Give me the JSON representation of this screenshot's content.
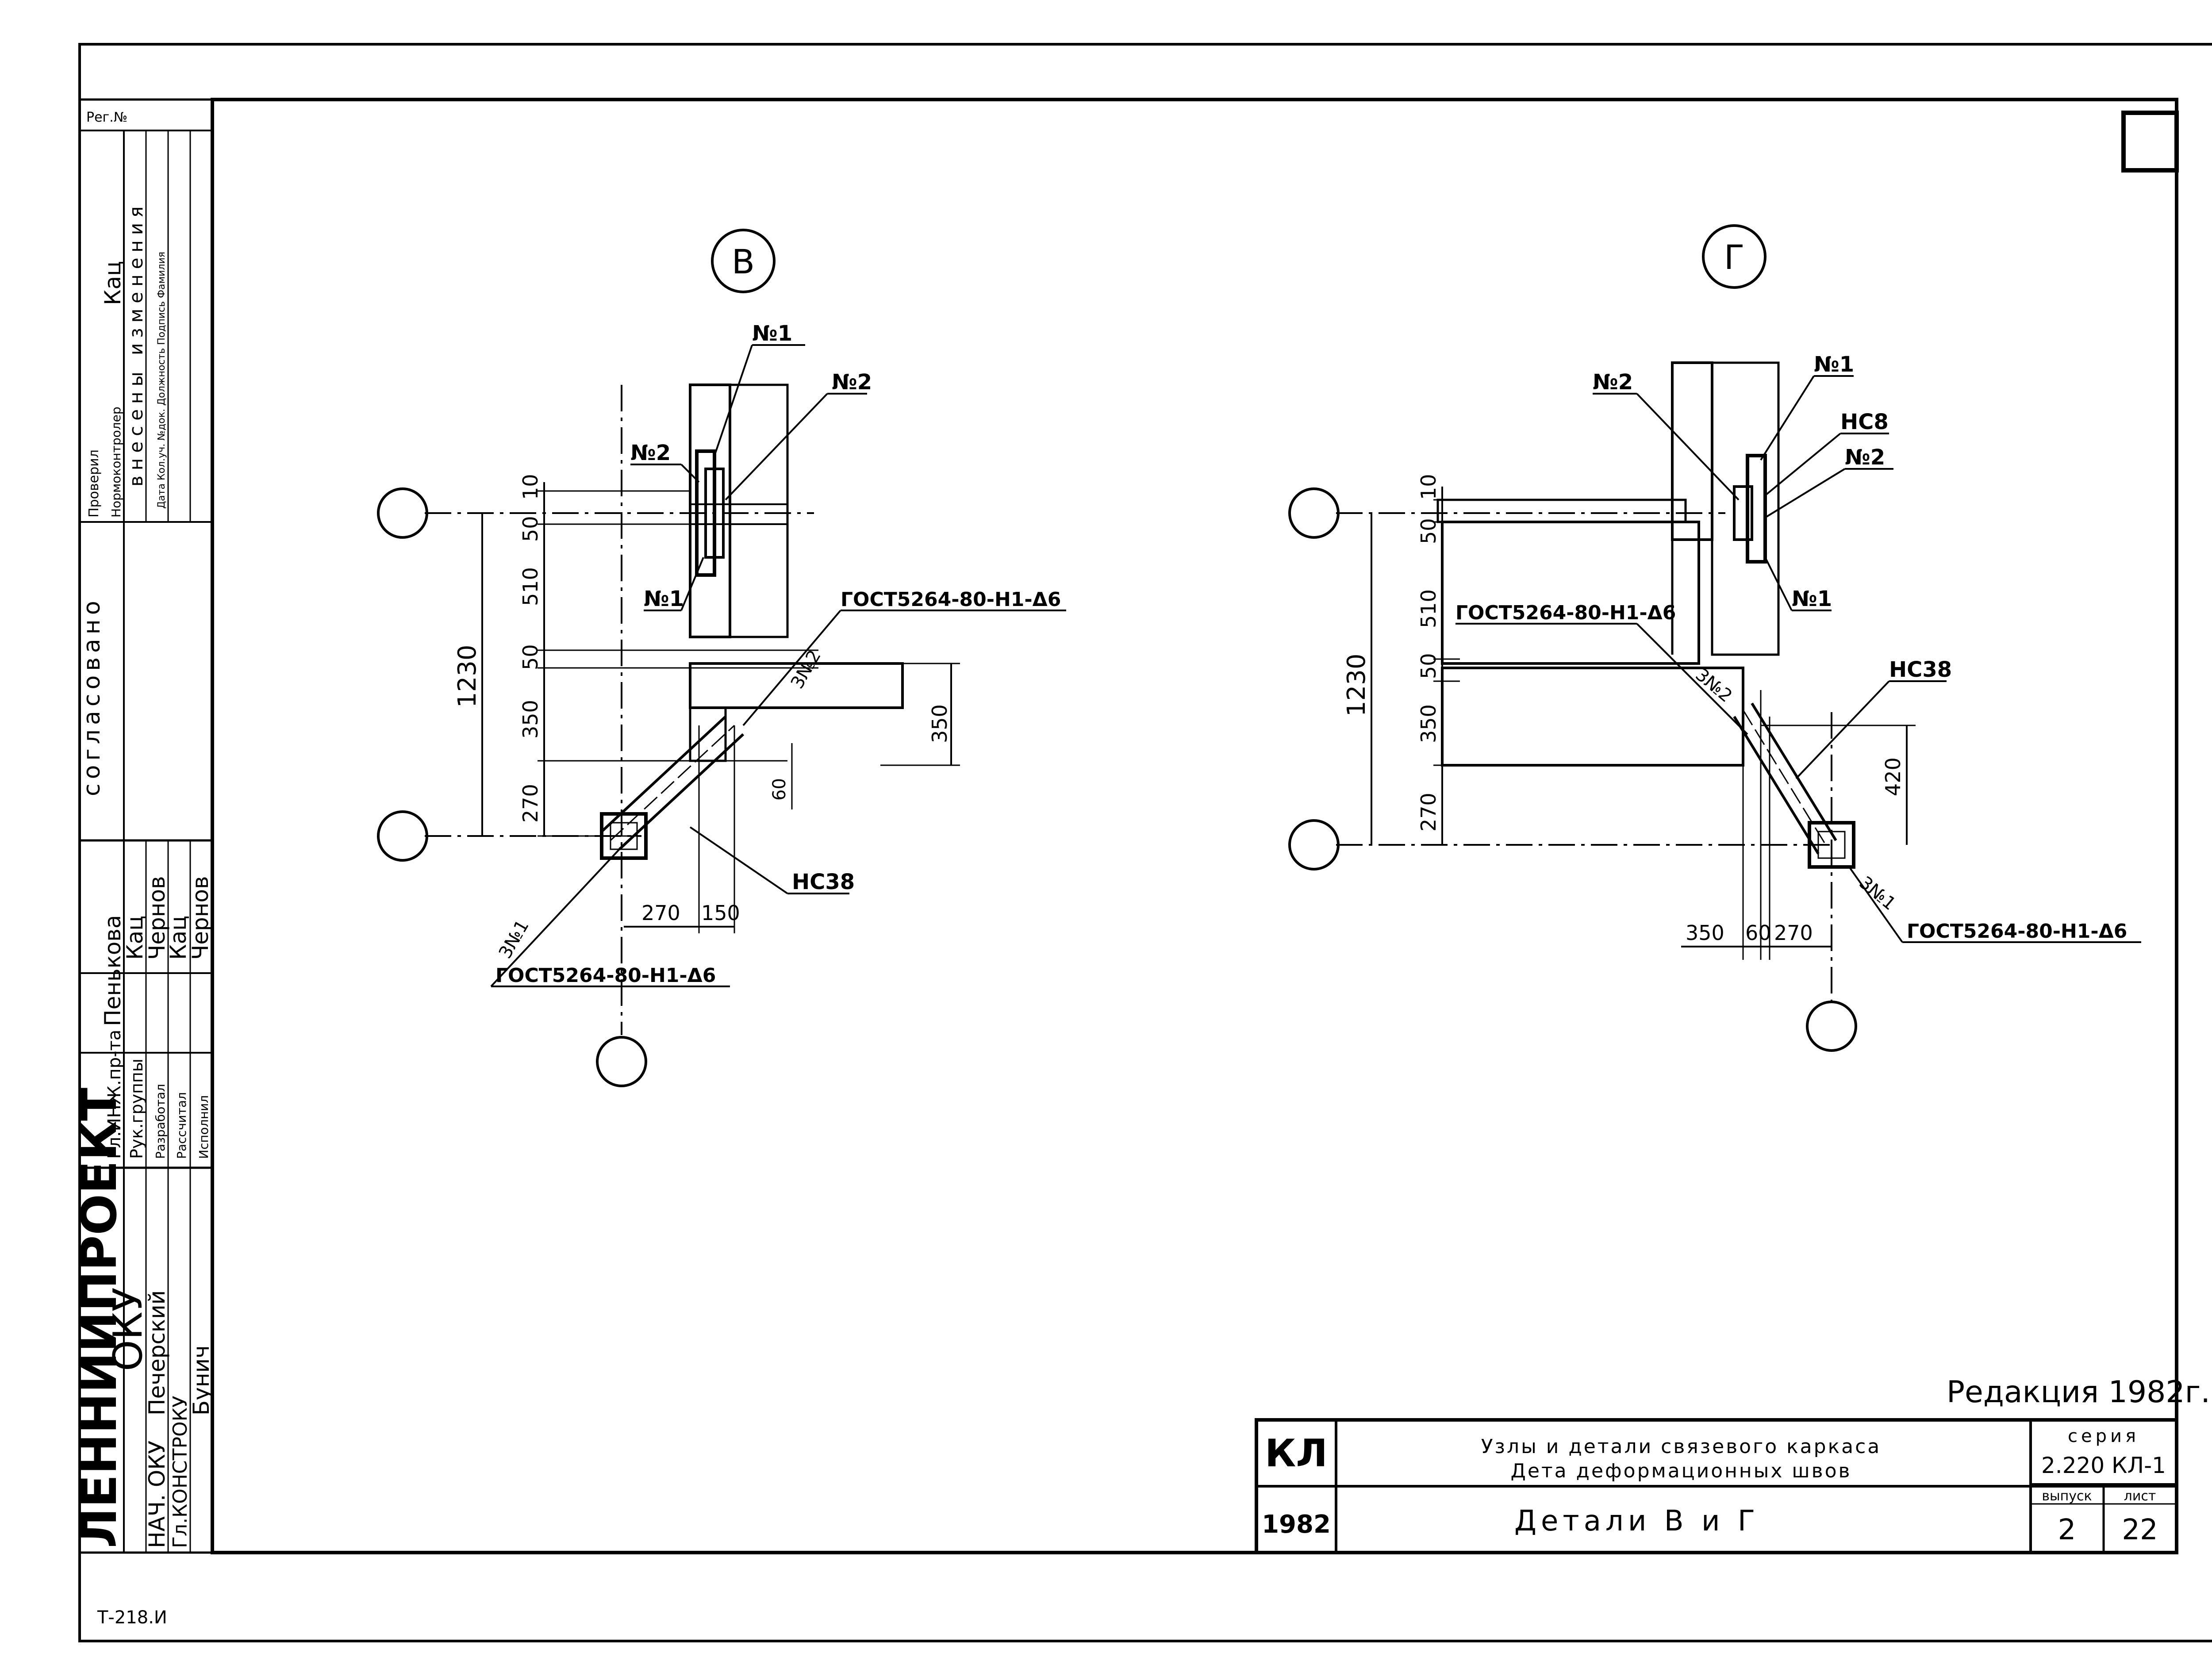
{
  "sidebar": {
    "reg_no": "Рег.№",
    "org": "ЛЕННИИПРОЕКТ",
    "dept": "ОКУ",
    "head_role": "НАЧ. ОКУ",
    "head_name": "Печерский",
    "chief_role": "Гл.КОНСТРОКУ",
    "chief_name": "Бунич",
    "chief_eng_role": "Гл.ИНЖ.пр-та",
    "chief_eng_name": "Пенькова",
    "group_lead_role": "Рук.группы",
    "group_lead_name": "Кац",
    "developer_role": "Разработал",
    "developer_name": "Чернов",
    "calc_role": "Рассчитал",
    "calc_name": "Кац",
    "executor_role": "Исполнил",
    "executor_name": "Чернов",
    "agreed": "согласовано",
    "checked": "Проверил",
    "norm_control": "Нормоконтролер",
    "checked_sign": "Кац",
    "changes": "внесены изменения",
    "changes_cols": "Дата  Кол.уч.  №док.  Должность  Подпись  Фамилия"
  },
  "detail_v": {
    "label": "В",
    "callouts": [
      "№1",
      "№2",
      "№2",
      "№1",
      "3№2",
      "3№1",
      "НС38"
    ],
    "weld_top": "ГОСТ5264-80-Н1-Δ6",
    "weld_bottom": "ГОСТ5264-80-Н1-Δ6",
    "dims_left": [
      "10",
      "50",
      "510",
      "50",
      "350",
      "270"
    ],
    "dim_total": "1230",
    "dim_right": "350",
    "dim_60": "60",
    "dims_bottom": [
      "270",
      "150"
    ]
  },
  "detail_g": {
    "label": "Г",
    "callouts": [
      "№2",
      "№1",
      "НС8",
      "№2",
      "№1",
      "3№2",
      "3№1",
      "НС38"
    ],
    "weld_top": "ГОСТ5264-80-Н1-Δ6",
    "weld_bottom": "ГОСТ5264-80-Н1-Δ6",
    "dims_left": [
      "10",
      "50",
      "510",
      "50",
      "350",
      "270"
    ],
    "dim_total": "1230",
    "dim_right": "420",
    "dims_bottom": [
      "350",
      "60",
      "270"
    ]
  },
  "title_block": {
    "edition": "Редакция 1982г.",
    "code": "КЛ",
    "year": "1982",
    "title_line1": "Узлы и детали связевого каркаса",
    "title_line2": "Дета деформационных швов",
    "sheet_title": "Детали  В и Г",
    "series_label": "серия",
    "series_value": "2.220 КЛ-1",
    "issue_label": "выпуск",
    "issue_value": "2",
    "sheet_label": "лист",
    "sheet_value": "22"
  },
  "footer": {
    "code": "Т-218.И"
  }
}
